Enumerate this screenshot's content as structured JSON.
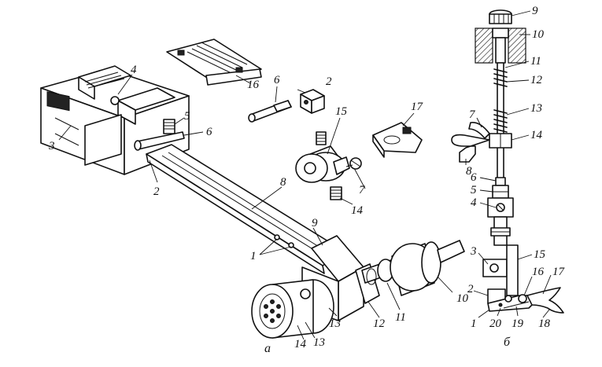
{
  "figure_a": {
    "caption": "а",
    "labels": [
      {
        "id": "a-1",
        "text": "1"
      },
      {
        "id": "a-2",
        "text": "2"
      },
      {
        "id": "a-2b",
        "text": "2"
      },
      {
        "id": "a-3",
        "text": "3"
      },
      {
        "id": "a-4",
        "text": "4"
      },
      {
        "id": "a-5",
        "text": "5"
      },
      {
        "id": "a-6",
        "text": "6"
      },
      {
        "id": "a-6b",
        "text": "6"
      },
      {
        "id": "a-7",
        "text": "7"
      },
      {
        "id": "a-8",
        "text": "8"
      },
      {
        "id": "a-9",
        "text": "9"
      },
      {
        "id": "a-10",
        "text": "10"
      },
      {
        "id": "a-11",
        "text": "11"
      },
      {
        "id": "a-12",
        "text": "12"
      },
      {
        "id": "a-13",
        "text": "13"
      },
      {
        "id": "a-13b",
        "text": "13"
      },
      {
        "id": "a-14",
        "text": "14"
      },
      {
        "id": "a-14b",
        "text": "14"
      },
      {
        "id": "a-15",
        "text": "15"
      },
      {
        "id": "a-16",
        "text": "16"
      },
      {
        "id": "a-17",
        "text": "17"
      }
    ]
  },
  "figure_b": {
    "caption": "б",
    "labels": [
      {
        "id": "b-1",
        "text": "1"
      },
      {
        "id": "b-2",
        "text": "2"
      },
      {
        "id": "b-3",
        "text": "3"
      },
      {
        "id": "b-4",
        "text": "4"
      },
      {
        "id": "b-5",
        "text": "5"
      },
      {
        "id": "b-6",
        "text": "6"
      },
      {
        "id": "b-7",
        "text": "7"
      },
      {
        "id": "b-8",
        "text": "8"
      },
      {
        "id": "b-9",
        "text": "9"
      },
      {
        "id": "b-10",
        "text": "10"
      },
      {
        "id": "b-11",
        "text": "11"
      },
      {
        "id": "b-12",
        "text": "12"
      },
      {
        "id": "b-13",
        "text": "13"
      },
      {
        "id": "b-14",
        "text": "14"
      },
      {
        "id": "b-15",
        "text": "15"
      },
      {
        "id": "b-16",
        "text": "16"
      },
      {
        "id": "b-17",
        "text": "17"
      },
      {
        "id": "b-18",
        "text": "18"
      },
      {
        "id": "b-19",
        "text": "19"
      },
      {
        "id": "b-20",
        "text": "20"
      }
    ]
  }
}
